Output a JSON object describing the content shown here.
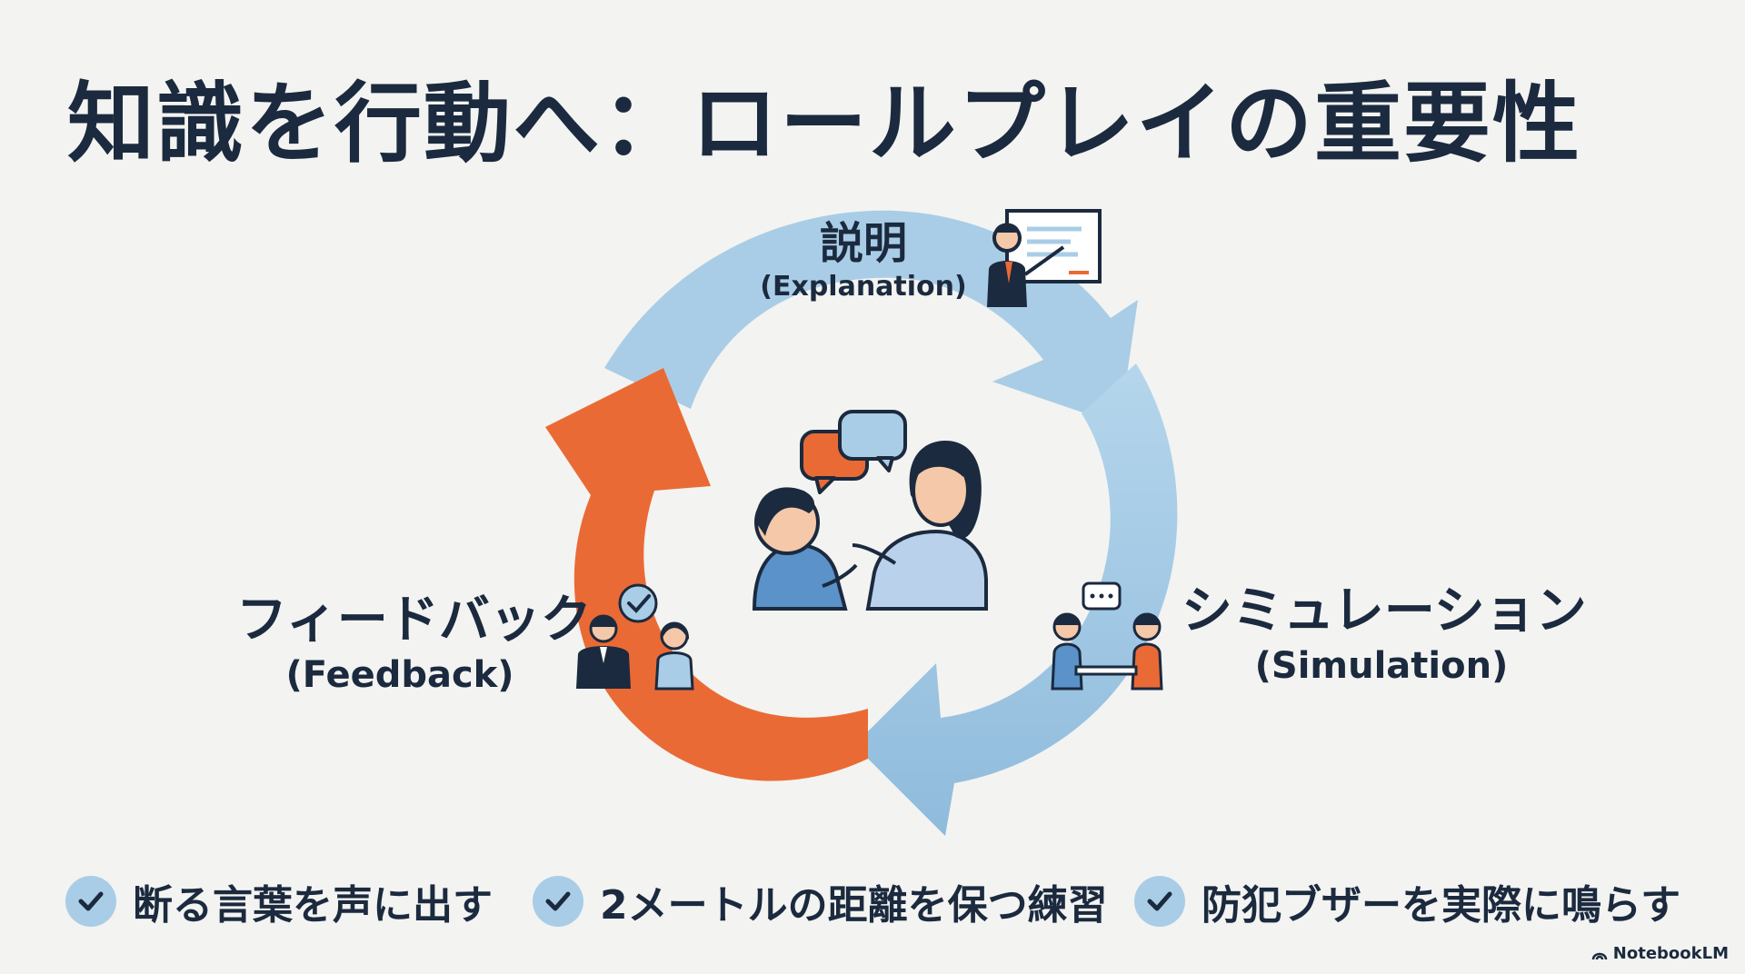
{
  "title": "知識を行動へ：ロールプレイの重要性",
  "cycle": {
    "explanation": {
      "jp": "説明",
      "en": "(Explanation)"
    },
    "simulation": {
      "jp": "シミュレーション",
      "en": "(Simulation)"
    },
    "feedback": {
      "jp": "フィードバック",
      "en": "(Feedback)"
    }
  },
  "checklist": [
    {
      "label": "断る言葉を声に出す"
    },
    {
      "label": "2メートルの距離を保つ練習"
    },
    {
      "label": "防犯ブザーを実際に鳴らす"
    }
  ],
  "footer": {
    "brand": "NotebookLM"
  },
  "colors": {
    "navy": "#1b2a3e",
    "light_blue": "#a9cde6",
    "orange": "#ea6a35",
    "background": "#f3f3f1"
  }
}
